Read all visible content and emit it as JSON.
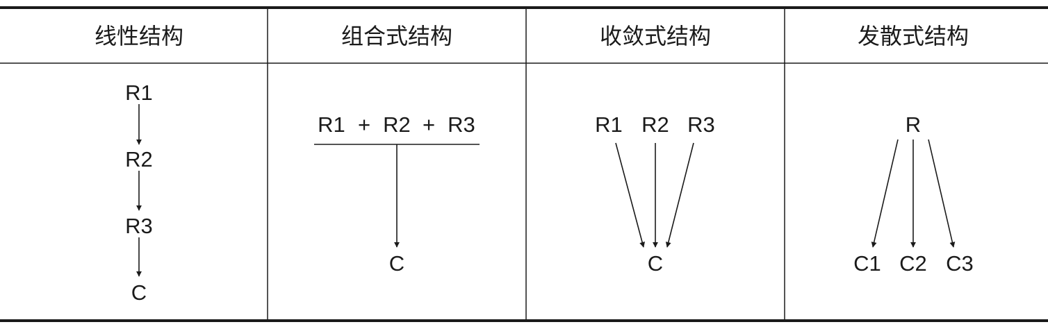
{
  "headers": {
    "linear": "线性结构",
    "combined": "组合式结构",
    "convergent": "收敛式结构",
    "divergent": "发散式结构"
  },
  "linear": {
    "nodes": [
      "R1",
      "R2",
      "R3",
      "C"
    ]
  },
  "combined": {
    "sources": [
      "R1",
      "+",
      "R2",
      "+",
      "R3"
    ],
    "target": "C"
  },
  "convergent": {
    "sources": [
      "R1",
      "R2",
      "R3"
    ],
    "target": "C"
  },
  "divergent": {
    "source": "R",
    "targets": [
      "C1",
      "C2",
      "C3"
    ]
  }
}
